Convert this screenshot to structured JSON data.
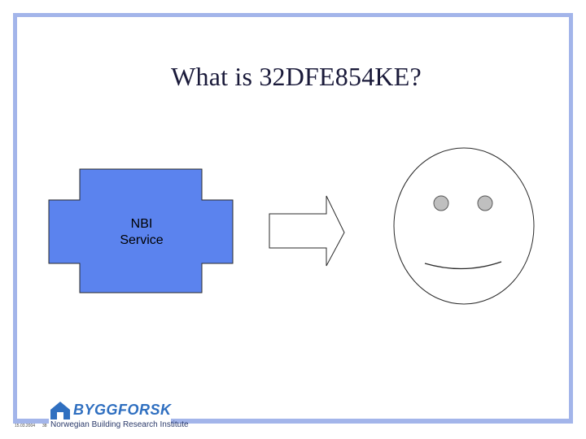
{
  "slide": {
    "title": "What is 32DFE854KE?",
    "service_label": "NBI\nService",
    "date": "15.03.2004",
    "page_number": "38"
  },
  "logo": {
    "name": "BYGGFORSK",
    "tagline": "Norwegian Building Research Institute"
  },
  "colors": {
    "frame": "#a3b5ea",
    "service_fill": "#5b83ee",
    "brand": "#2f6fc0"
  },
  "icons": {
    "arrow": "right-arrow-icon",
    "face": "smiley-face-icon",
    "logo": "house-logo-icon"
  }
}
